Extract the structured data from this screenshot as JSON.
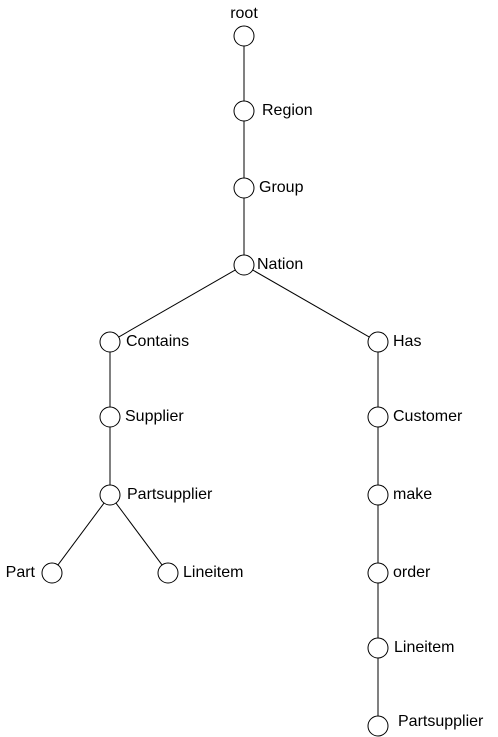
{
  "tree": {
    "colors": {
      "line": "#000000",
      "node_fill": "#ffffff",
      "text": "#000000"
    },
    "nodes": [
      {
        "id": "root",
        "label": "root"
      },
      {
        "id": "region",
        "label": "Region"
      },
      {
        "id": "group",
        "label": "Group"
      },
      {
        "id": "nation",
        "label": "Nation"
      },
      {
        "id": "contains",
        "label": "Contains"
      },
      {
        "id": "supplier",
        "label": "Supplier"
      },
      {
        "id": "partsupplier1",
        "label": "Partsupplier"
      },
      {
        "id": "part",
        "label": "Part"
      },
      {
        "id": "lineitem1",
        "label": "Lineitem"
      },
      {
        "id": "has",
        "label": "Has"
      },
      {
        "id": "customer",
        "label": "Customer"
      },
      {
        "id": "make",
        "label": "make"
      },
      {
        "id": "order",
        "label": "order"
      },
      {
        "id": "lineitem2",
        "label": "Lineitem"
      },
      {
        "id": "partsupplier2",
        "label": "Partsupplier"
      }
    ],
    "edges": [
      [
        "root",
        "region"
      ],
      [
        "region",
        "group"
      ],
      [
        "group",
        "nation"
      ],
      [
        "nation",
        "contains"
      ],
      [
        "nation",
        "has"
      ],
      [
        "contains",
        "supplier"
      ],
      [
        "supplier",
        "partsupplier1"
      ],
      [
        "partsupplier1",
        "part"
      ],
      [
        "partsupplier1",
        "lineitem1"
      ],
      [
        "has",
        "customer"
      ],
      [
        "customer",
        "make"
      ],
      [
        "make",
        "order"
      ],
      [
        "order",
        "lineitem2"
      ],
      [
        "lineitem2",
        "partsupplier2"
      ]
    ]
  }
}
